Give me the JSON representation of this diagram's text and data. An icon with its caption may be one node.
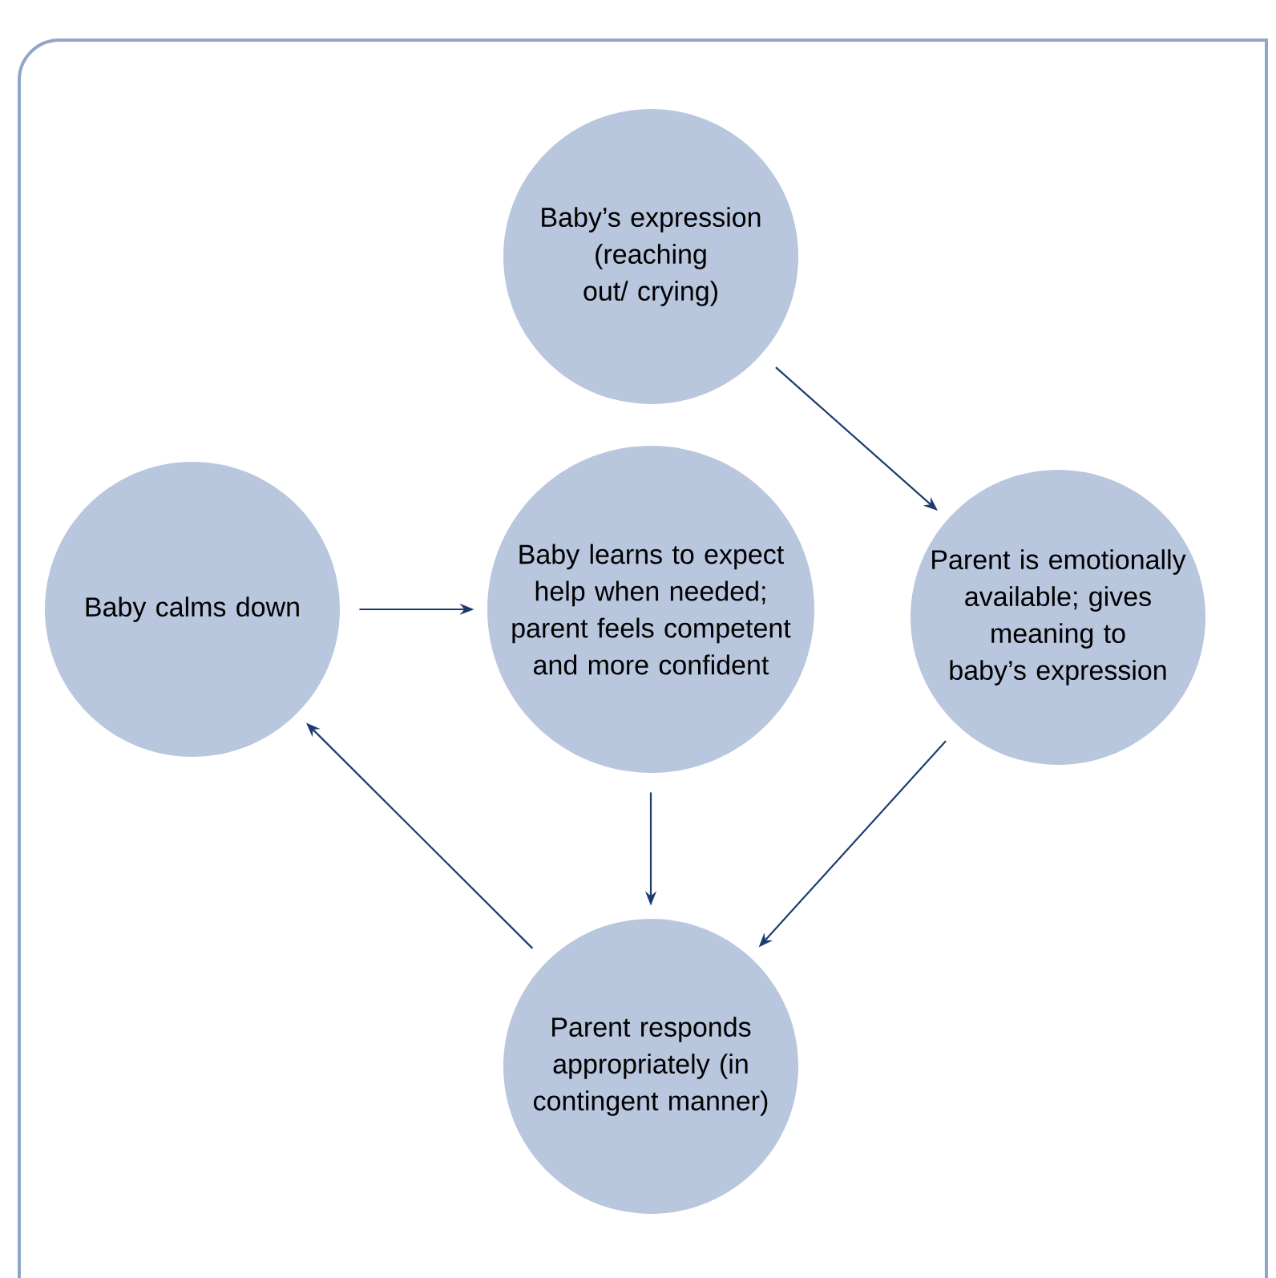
{
  "diagram": {
    "nodes": [
      {
        "text": [
          "Baby’s expression (reaching out/ crying)"
        ]
      },
      {
        "text": [
          "Parent is emotionally available; gives meaning to baby’s expression"
        ]
      },
      {
        "text": [
          "Parent responds appropriately (in contingent manner)"
        ]
      },
      {
        "text": [
          "Baby calms down"
        ]
      },
      {
        "text": [
          "Baby learns to expect help when needed; parent feels competent and more confident"
        ]
      }
    ],
    "edges": [
      {
        "from": 0,
        "to": 1,
        "arrow": "to"
      },
      {
        "from": 1,
        "to": 2,
        "arrow": "to"
      },
      {
        "from": 2,
        "to": 3,
        "arrow": "to"
      },
      {
        "from": 3,
        "to": 4,
        "arrow": "to"
      },
      {
        "from": 4,
        "to": 2,
        "arrow": "to"
      }
    ]
  }
}
